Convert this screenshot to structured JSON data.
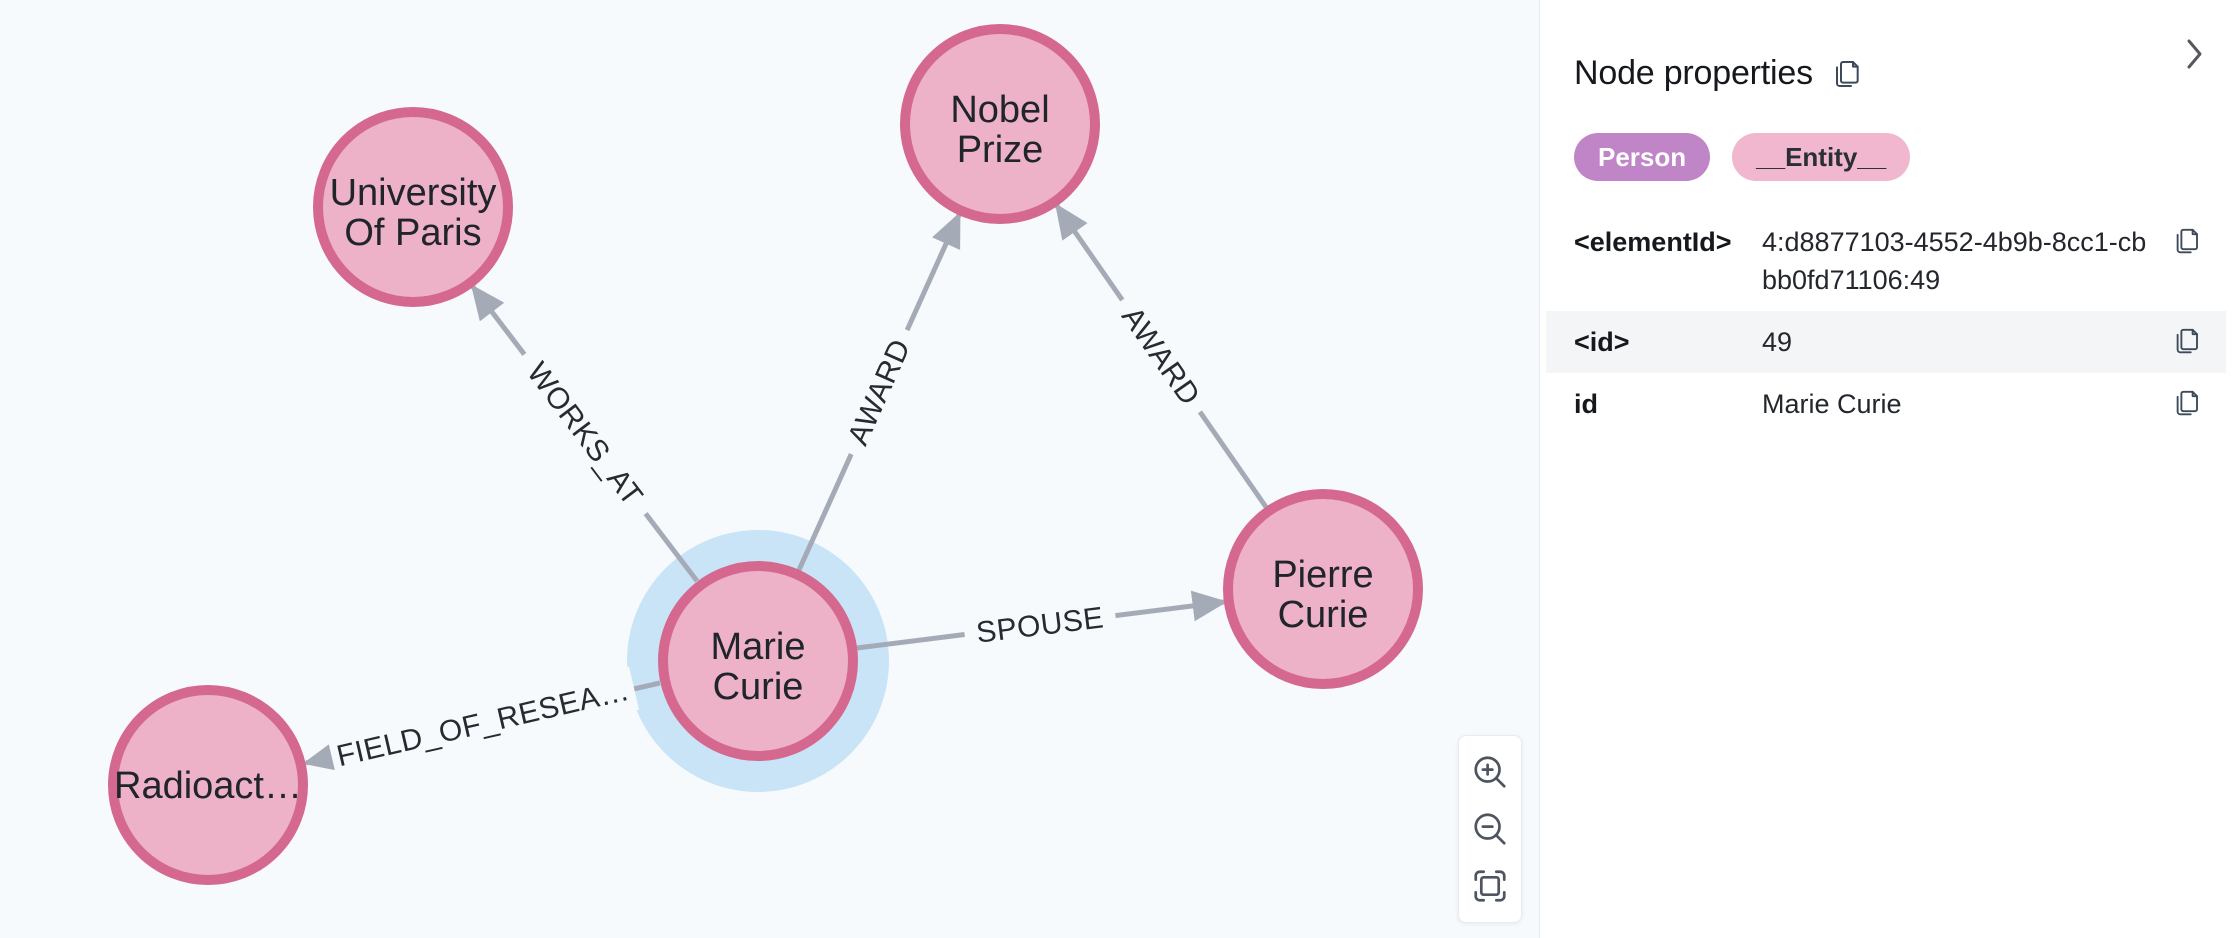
{
  "graph": {
    "nodes": {
      "university": {
        "line1": "University",
        "line2": "Of Paris"
      },
      "nobel": {
        "line1": "Nobel",
        "line2": "Prize"
      },
      "marie": {
        "line1": "Marie",
        "line2": "Curie"
      },
      "pierre": {
        "line1": "Pierre",
        "line2": "Curie"
      },
      "radioactivity": {
        "line1": "Radioact…",
        "line2": ""
      }
    },
    "edges": {
      "works_at": "WORKS_AT",
      "award_marie": "AWARD",
      "award_pierre": "AWARD",
      "spouse": "SPOUSE",
      "field_of_research": "FIELD_OF_RESEA…"
    },
    "colors": {
      "canvas_bg": "#F7FAFC",
      "node_fill": "#EDB1C8",
      "node_border": "#D4688F",
      "selection_halo": "#C9E4F7",
      "edge": "#A5ABB6"
    }
  },
  "toolbar": {
    "buttons": [
      {
        "icon": "zoom-in-icon",
        "label": "Zoom in"
      },
      {
        "icon": "zoom-out-icon",
        "label": "Zoom out"
      },
      {
        "icon": "zoom-to-fit-icon",
        "label": "Zoom to fit"
      }
    ]
  },
  "panel": {
    "title": "Node properties",
    "title_icon": "copy-icon",
    "collapse_icon": "chevron-right-icon",
    "labels": [
      {
        "text": "Person",
        "color": "#BF85C6"
      },
      {
        "text": "__Entity__",
        "color": "#F0B7CF"
      }
    ],
    "properties": [
      {
        "key": "<elementId>",
        "value": "4:d8877103-4552-4b9b-8cc1-cbbb0fd71106:49"
      },
      {
        "key": "<id>",
        "value": "49"
      },
      {
        "key": "id",
        "value": "Marie Curie"
      }
    ]
  }
}
